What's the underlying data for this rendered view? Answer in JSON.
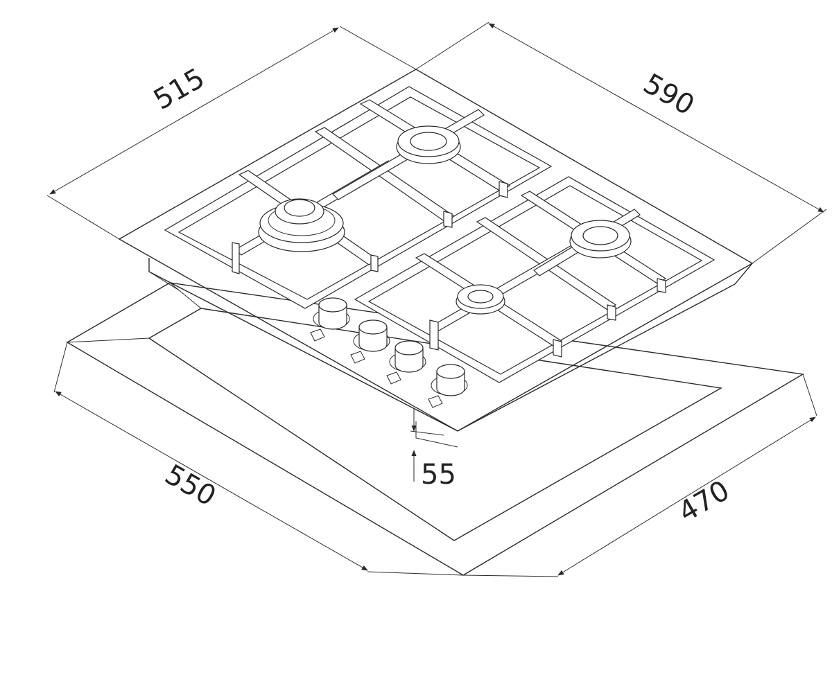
{
  "dimensions": {
    "depth_top": "515",
    "width_top": "590",
    "cutout_width": "550",
    "cutout_depth": "470",
    "height": "55"
  }
}
